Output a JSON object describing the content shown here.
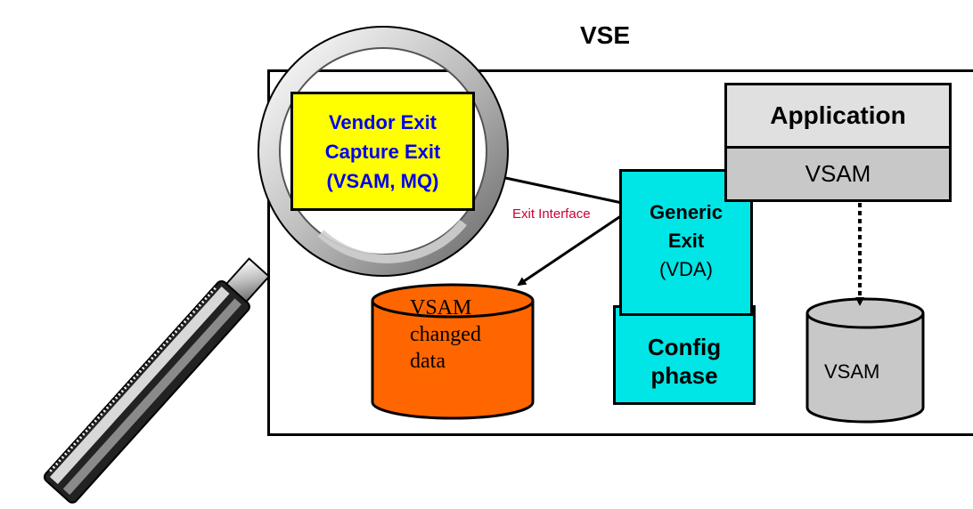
{
  "diagram": {
    "title": "VSE",
    "application": {
      "title": "Application",
      "sublabel": "VSAM"
    },
    "generic_exit": {
      "line1": "Generic",
      "line2": "Exit",
      "line3": "(VDA)"
    },
    "config": {
      "line1": "Config",
      "line2": "phase"
    },
    "exit_interface_label": "Exit Interface",
    "vendor_exit": {
      "line1": "Vendor Exit",
      "line2": "Capture Exit",
      "line3": "(VSAM, MQ)"
    },
    "changed_data_cylinder": {
      "line1": "VSAM",
      "line2": "changed",
      "line3": "data"
    },
    "vsam_cylinder": {
      "label": "VSAM"
    }
  },
  "colors": {
    "vendor_fill": "#ffff00",
    "vendor_text": "#0000ee",
    "exit_fill": "#00e5e5",
    "changed_data_fill": "#ff6600",
    "vsam_fill": "#c8c8c8",
    "interface_text": "#cc0033"
  }
}
